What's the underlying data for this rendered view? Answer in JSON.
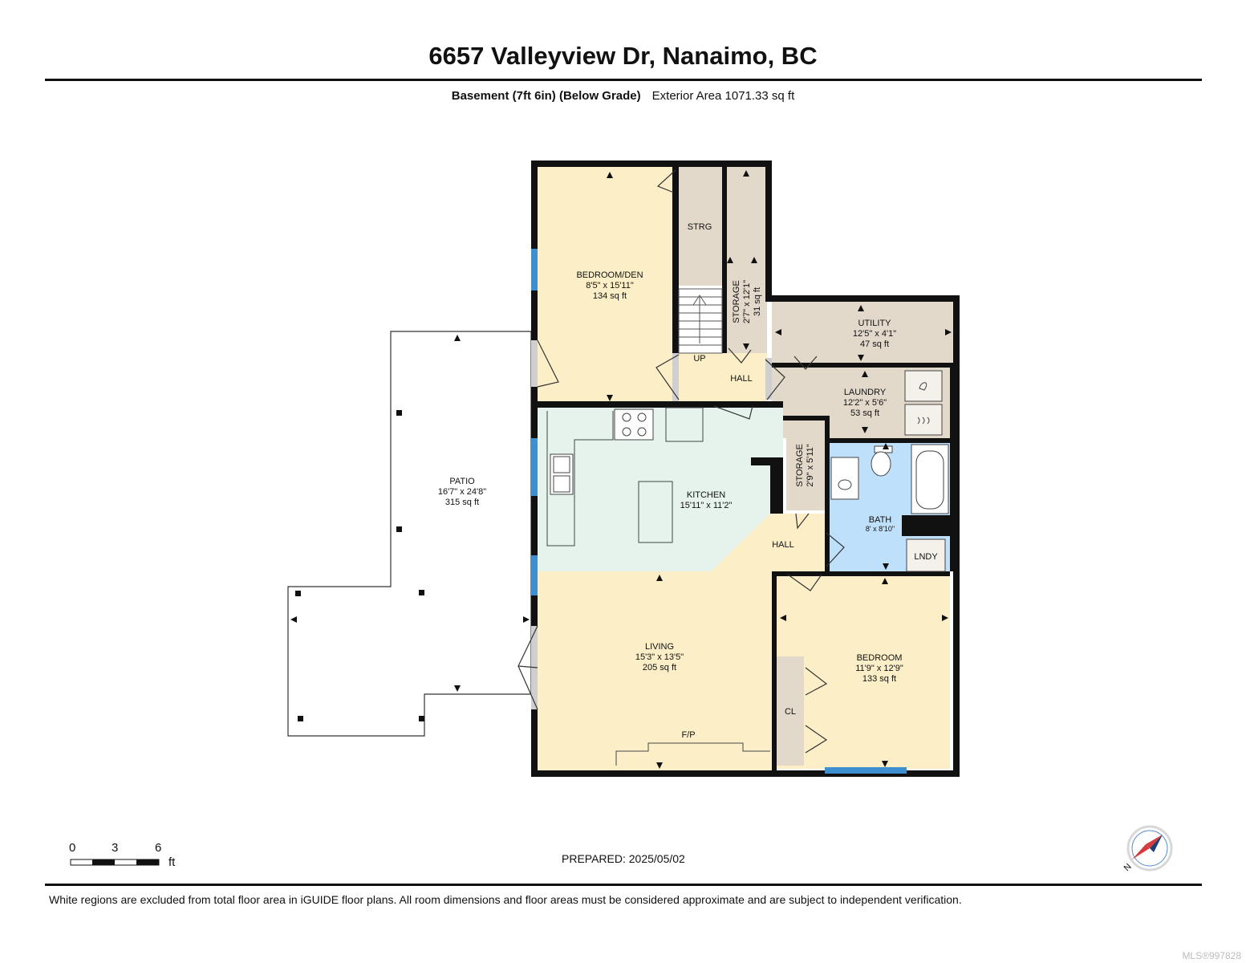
{
  "header": {
    "title": "6657 Valleyview Dr, Nanaimo, BC",
    "level": "Basement (7ft 6in) (Below Grade)",
    "area": "Exterior Area 1071.33 sq ft"
  },
  "rooms": {
    "bedroom_den": {
      "name": "BEDROOM/DEN",
      "dims": "8'5\" x 15'11\"",
      "area": "134 sq ft"
    },
    "strg": {
      "name": "STRG"
    },
    "up": {
      "name": "UP"
    },
    "storage_top": {
      "name": "STORAGE",
      "dims": "2'7\" x 12'1\"",
      "area": "31 sq ft"
    },
    "utility": {
      "name": "UTILITY",
      "dims": "12'5\" x 4'1\"",
      "area": "47 sq ft"
    },
    "hall_top": {
      "name": "HALL"
    },
    "laundry": {
      "name": "LAUNDRY",
      "dims": "12'2\" x 5'6\"",
      "area": "53 sq ft"
    },
    "patio": {
      "name": "PATIO",
      "dims": "16'7\" x 24'8\"",
      "area": "315 sq ft"
    },
    "kitchen": {
      "name": "KITCHEN",
      "dims": "15'11\" x 11'2\""
    },
    "storage_mid": {
      "name": "STORAGE",
      "dims": "2'9\" x 5'11\""
    },
    "bath": {
      "name": "BATH",
      "dims": "8' x 8'10\""
    },
    "hall_mid": {
      "name": "HALL"
    },
    "lndy": {
      "name": "LNDY"
    },
    "living": {
      "name": "LIVING",
      "dims": "15'3\" x 13'5\"",
      "area": "205 sq ft"
    },
    "fp": {
      "name": "F/P"
    },
    "bedroom": {
      "name": "BEDROOM",
      "dims": "11'9\" x 12'9\"",
      "area": "133 sq ft"
    },
    "cl": {
      "name": "CL"
    }
  },
  "scale": {
    "ticks": [
      "0",
      "3",
      "6"
    ],
    "unit": "ft"
  },
  "prepared": "PREPARED: 2025/05/02",
  "footer": "White regions are excluded from total floor area in iGUIDE floor plans. All room dimensions and floor areas must be considered approximate and are subject to independent verification.",
  "watermark": "MLS®997828",
  "compass": {
    "label": "N"
  },
  "colors": {
    "wall": "#111111",
    "bedroom": "#fcefc7",
    "storage": "#e3d9cb",
    "kitchen": "#e5f3ec",
    "bath": "#bfe0fa",
    "window": "#3d8fd0"
  }
}
